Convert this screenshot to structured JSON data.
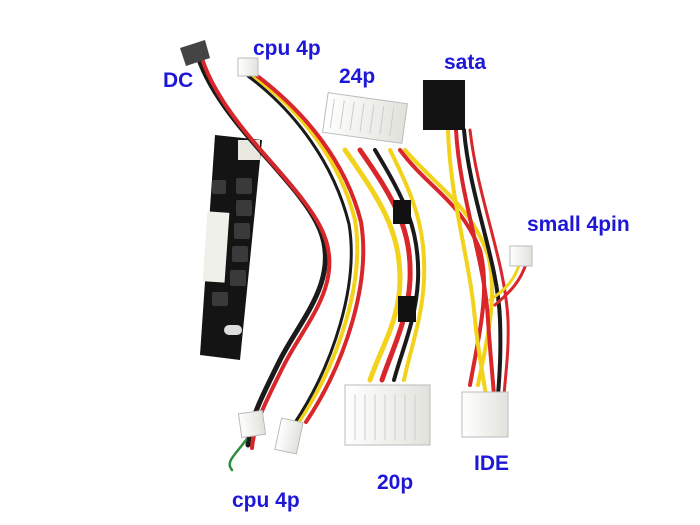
{
  "labels": {
    "dc": "DC",
    "cpu_4p_top": "cpu 4p",
    "p24": "24p",
    "sata": "sata",
    "small_4pin": "small 4pin",
    "cpu_4p_bottom": "cpu 4p",
    "p20": "20p",
    "ide": "IDE"
  },
  "colors": {
    "label": "#1e18d6",
    "wire_red": "#d8262a",
    "wire_yellow": "#f2d21b",
    "wire_black": "#1a1a1a",
    "wire_green": "#2e8b3a",
    "connector": "#f4f4f0",
    "board": "#151515"
  }
}
